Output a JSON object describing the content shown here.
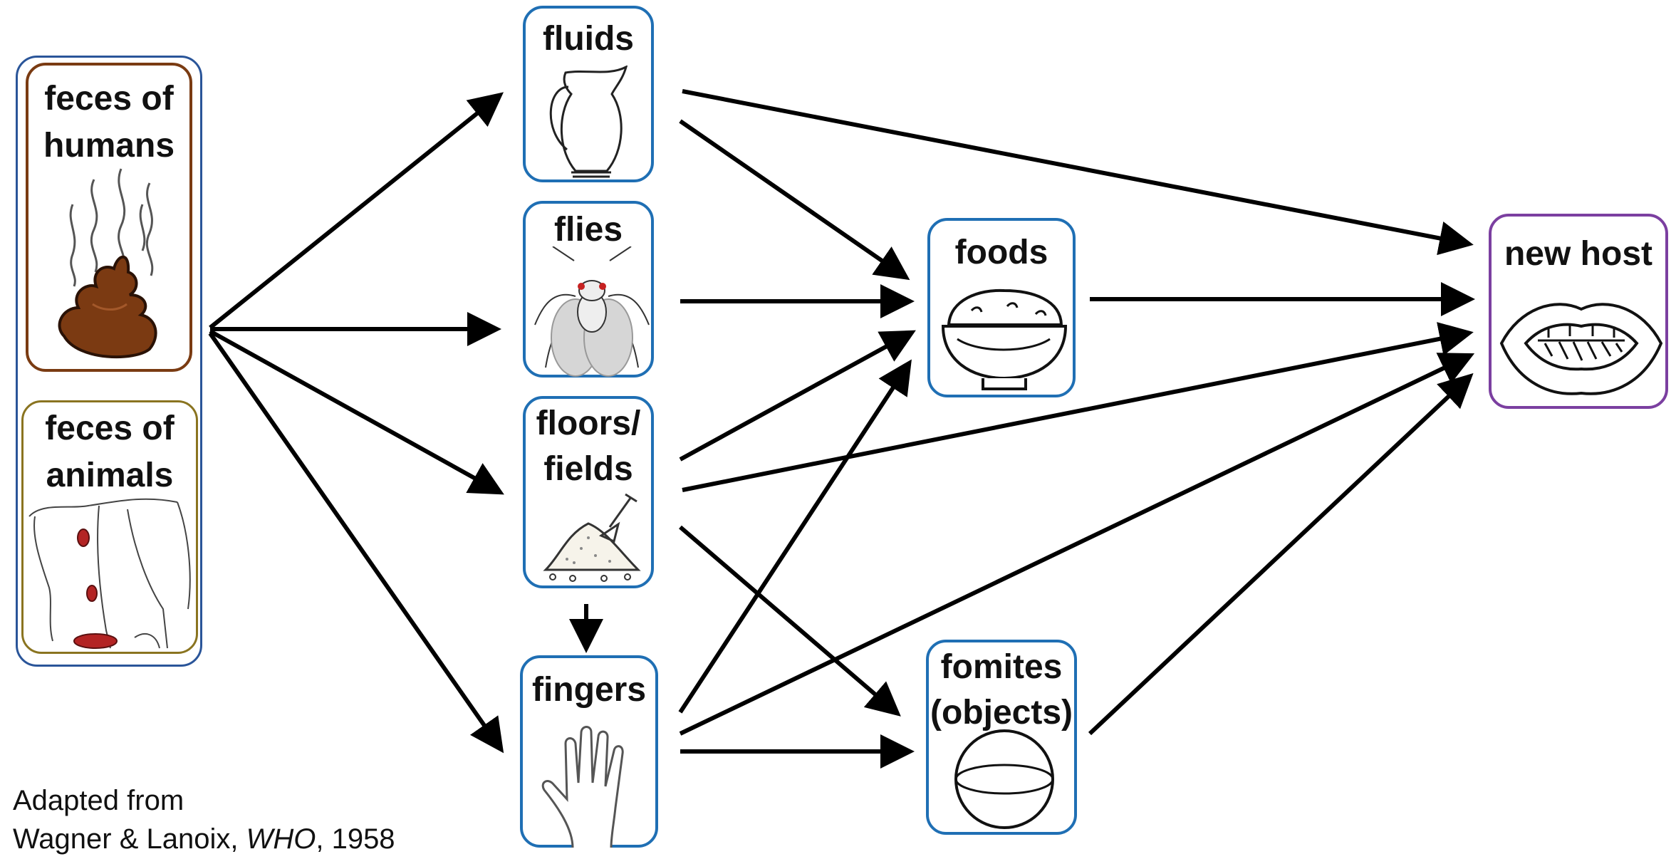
{
  "sources": {
    "humans_label_line1": "feces of",
    "humans_label_line2": "humans",
    "animals_label_line1": "feces of",
    "animals_label_line2": "animals"
  },
  "nodes": {
    "fluids": "fluids",
    "flies": "flies",
    "floors_line1": "floors/",
    "floors_line2": "fields",
    "fingers": "fingers",
    "foods": "foods",
    "fomites_line1": "fomites",
    "fomites_line2": "(objects)",
    "new_host": "new host"
  },
  "credit": {
    "line1": "Adapted from",
    "line2_prefix": "Wagner & Lanoix, ",
    "line2_italic": "WHO",
    "line2_suffix": ", 1958"
  },
  "colors": {
    "node_border": "#1f6fb4",
    "outer_border": "#2a5599",
    "humans_border": "#7a3b12",
    "animals_border": "#8a7420",
    "host_border": "#7b3fa0",
    "arrow": "#000000"
  },
  "edges": [
    [
      "feces",
      "fluids"
    ],
    [
      "feces",
      "flies"
    ],
    [
      "feces",
      "floors-fields"
    ],
    [
      "feces",
      "fingers"
    ],
    [
      "fluids",
      "new-host"
    ],
    [
      "fluids",
      "foods"
    ],
    [
      "flies",
      "foods"
    ],
    [
      "floors-fields",
      "foods"
    ],
    [
      "floors-fields",
      "new-host"
    ],
    [
      "floors-fields",
      "fomites"
    ],
    [
      "floors-fields",
      "fingers"
    ],
    [
      "fingers",
      "foods"
    ],
    [
      "fingers",
      "new-host"
    ],
    [
      "fingers",
      "fomites"
    ],
    [
      "foods",
      "new-host"
    ],
    [
      "fomites",
      "new-host"
    ]
  ]
}
